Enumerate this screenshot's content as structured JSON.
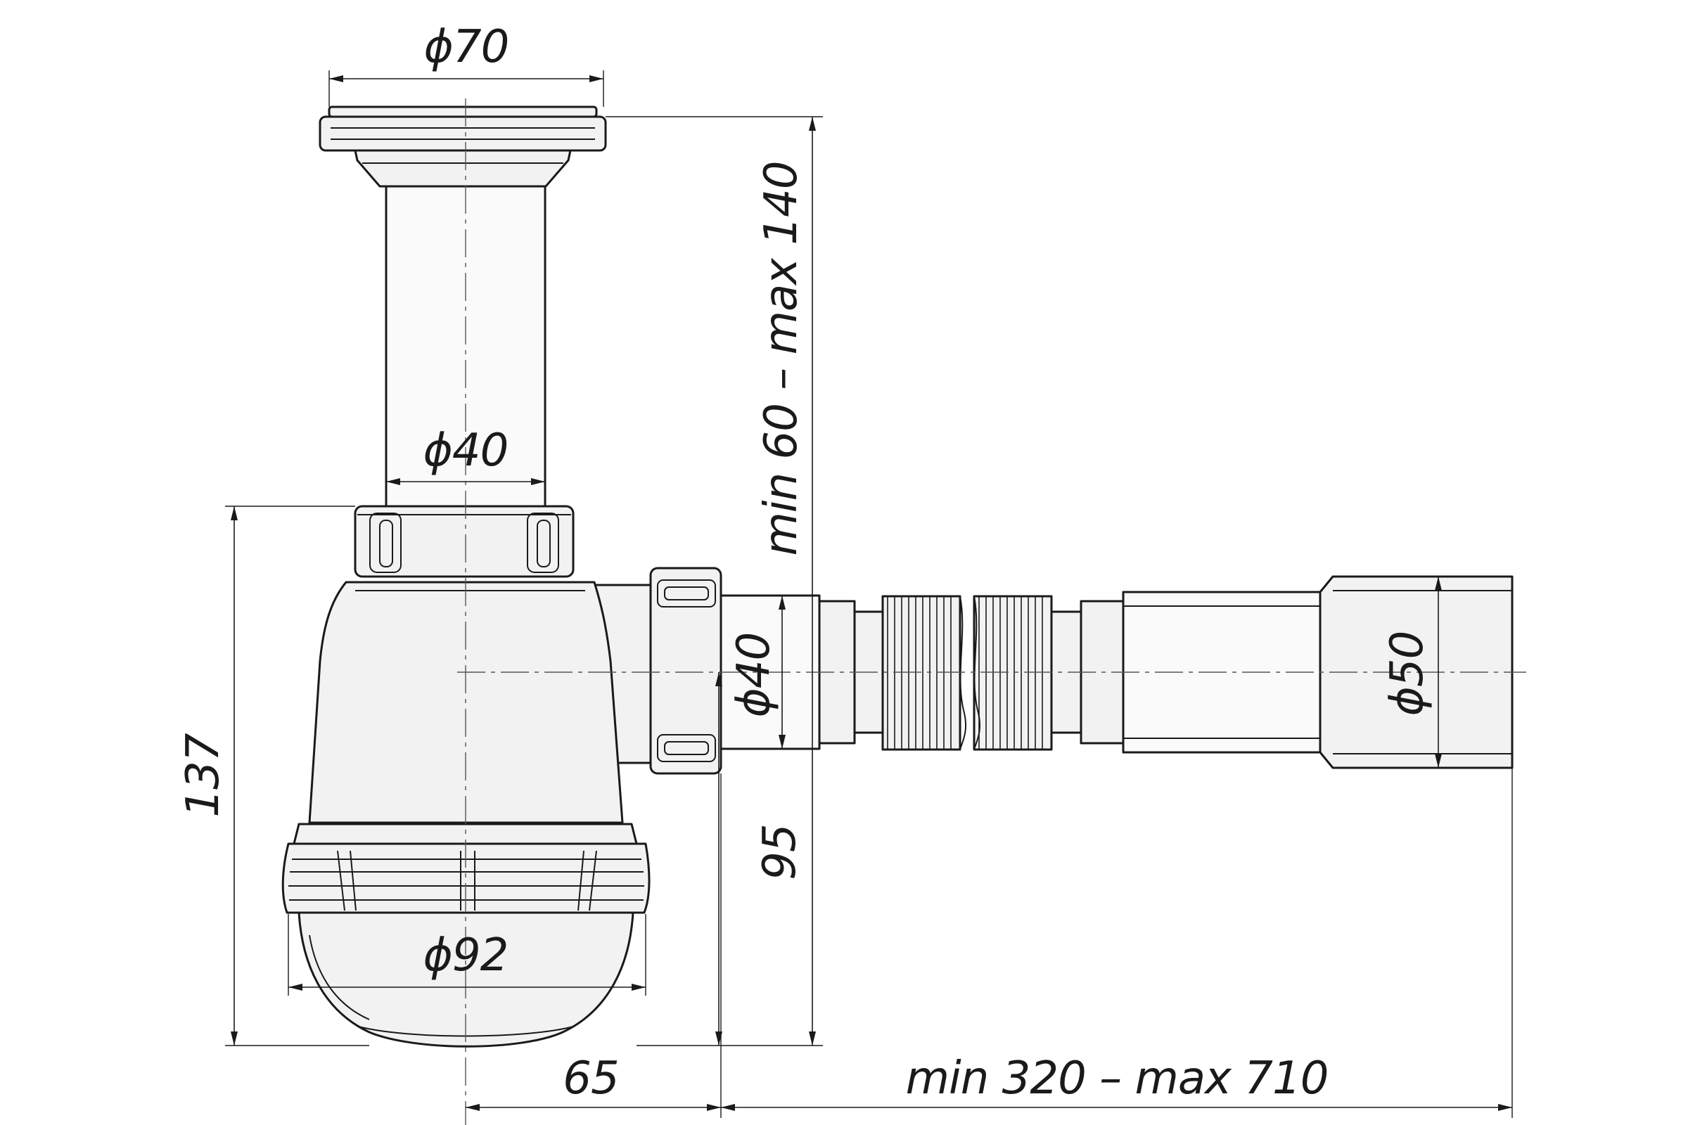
{
  "dimensions": {
    "top_flange_diameter": "ϕ70",
    "tailpipe_diameter": "ϕ40",
    "outlet_diameter": "ϕ40",
    "bottle_diameter": "ϕ92",
    "hose_end_diameter": "ϕ50",
    "inlet_height_range": "min 60 – max 140",
    "total_height": "137",
    "outlet_height": "95",
    "outlet_offset": "65",
    "hose_length_range": "min 320 – max 710"
  }
}
